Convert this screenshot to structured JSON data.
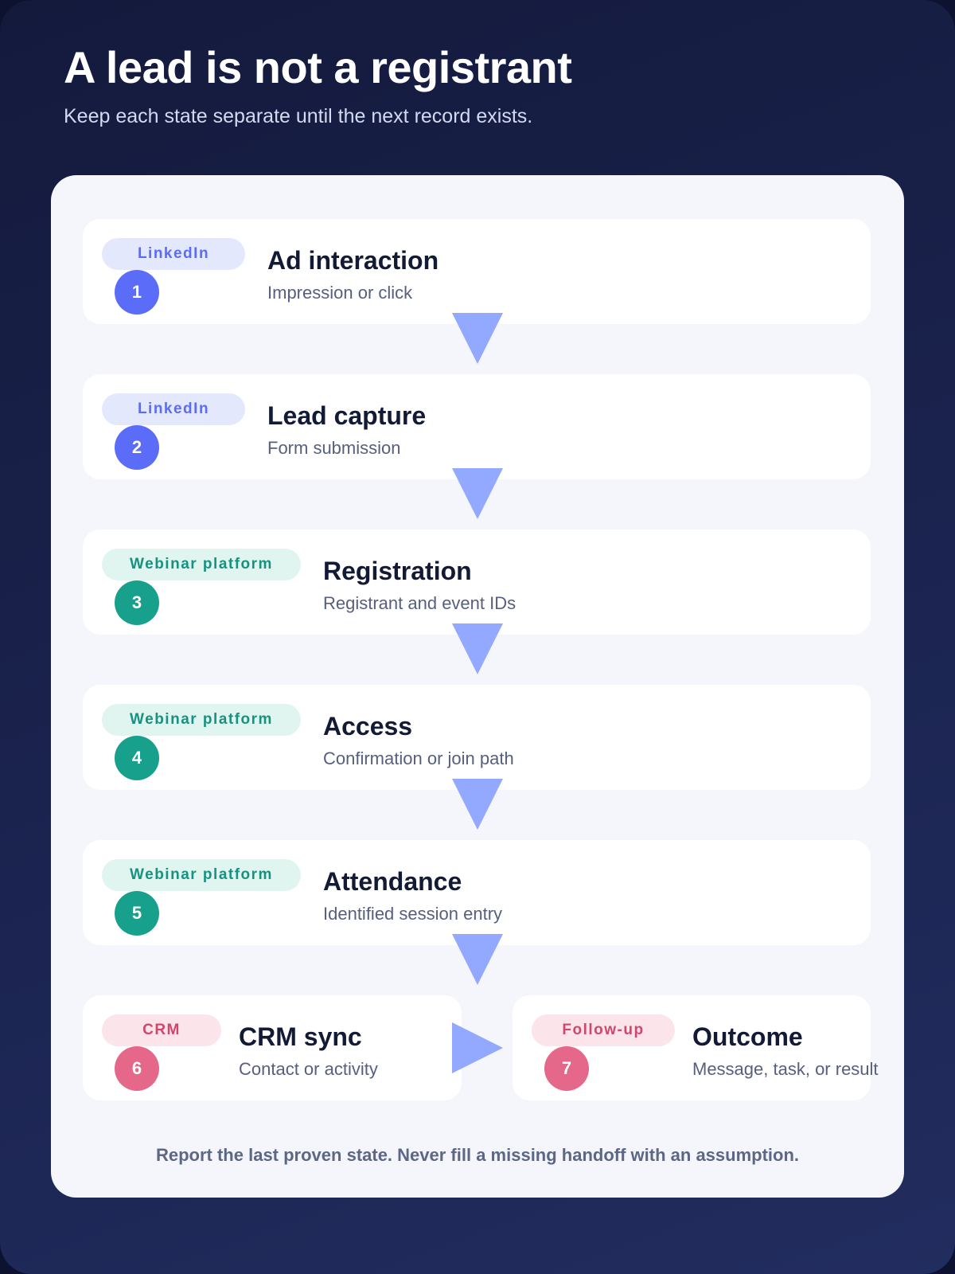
{
  "header": {
    "title": "A lead is not a registrant",
    "subtitle": "Keep each state separate until the next record exists."
  },
  "colors": {
    "linkedin_accent": "#5b6cf9",
    "webinar_accent": "#17a08c",
    "crm_accent": "#e5678a",
    "arrow": "#93a8ff"
  },
  "steps": [
    {
      "number": "1",
      "source": "LinkedIn",
      "title": "Ad interaction",
      "description": "Impression or click"
    },
    {
      "number": "2",
      "source": "LinkedIn",
      "title": "Lead capture",
      "description": "Form submission"
    },
    {
      "number": "3",
      "source": "Webinar platform",
      "title": "Registration",
      "description": "Registrant and event IDs"
    },
    {
      "number": "4",
      "source": "Webinar platform",
      "title": "Access",
      "description": "Confirmation or join path"
    },
    {
      "number": "5",
      "source": "Webinar platform",
      "title": "Attendance",
      "description": "Identified session entry"
    },
    {
      "number": "6",
      "source": "CRM",
      "title": "CRM sync",
      "description": "Contact or activity"
    },
    {
      "number": "7",
      "source": "Follow-up",
      "title": "Outcome",
      "description": "Message, task, or result"
    }
  ],
  "footer": "Report the last proven state. Never fill a missing handoff with an assumption."
}
